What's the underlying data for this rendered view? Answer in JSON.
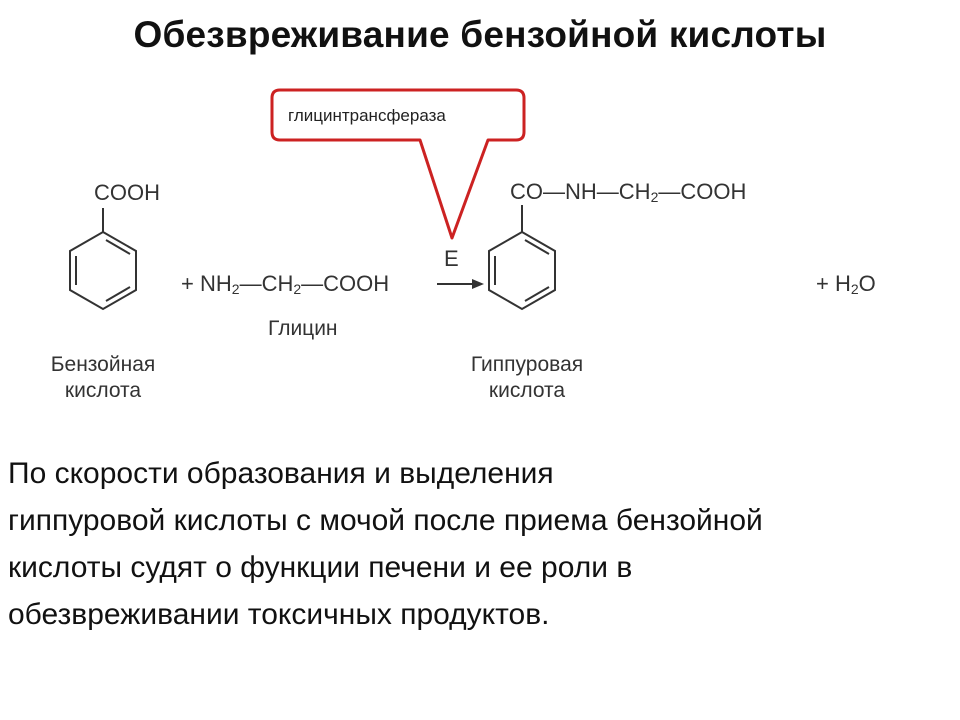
{
  "title": "Обезвреживание бензойной кислоты",
  "enzyme": {
    "name": "глицинтрансфераза",
    "label": "E"
  },
  "benzoic_acid": {
    "group": "COOH",
    "caption_line1": "Бензойная",
    "caption_line2": "кислота"
  },
  "glycine": {
    "plus": "+",
    "nh": "NH",
    "sub1": "2",
    "dash1": "—",
    "ch": "CH",
    "sub2": "2",
    "dash2": "—",
    "cooh": "COOH",
    "caption": "Глицин"
  },
  "hippuric_acid": {
    "co": "CO",
    "dash1": "—",
    "nh": "NH",
    "dash2": "—",
    "ch": "CH",
    "sub": "2",
    "dash3": "—",
    "cooh": "COOH",
    "caption_line1": "Гиппуровая",
    "caption_line2": "кислота"
  },
  "water": {
    "plus": "+",
    "h": "H",
    "sub": "2",
    "o": "O"
  },
  "paragraph": [
    "По скорости образования и выделения",
    "гиппуровой кислоты с мочой после приема бензойной",
    "кислоты судят о функции печени и ее роли в",
    "обезвреживании токсичных продуктов."
  ],
  "colors": {
    "callout_border": "#cc2222",
    "structure": "#333333"
  }
}
